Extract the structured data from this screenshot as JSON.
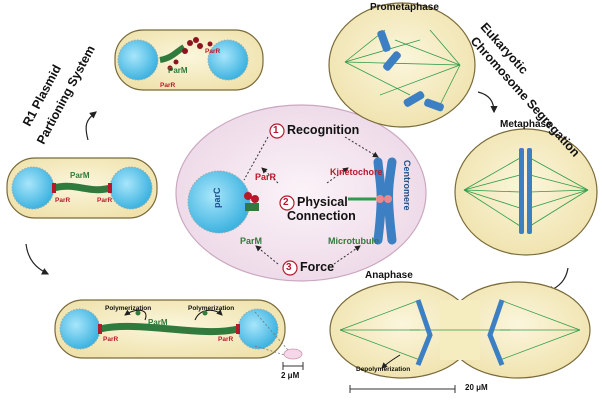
{
  "labels": {
    "prometaphase": "Prometaphase",
    "metaphase": "Metaphase",
    "anaphase": "Anaphase",
    "eukaryotic_line1": "Eukaryotic",
    "eukaryotic_line2": "Chromosome Segregation",
    "r1_line1": "R1 Plasmid",
    "r1_line2": "Partioning System",
    "recognition_num": "1",
    "recognition": "Recognition",
    "physical_num": "2",
    "physical_line1": "Physical",
    "physical_line2": "Connection",
    "force_num": "3",
    "force": "Force",
    "parr_center": "ParR",
    "parm_center": "ParM",
    "parc": "parC",
    "kinetochore": "Kinetochore",
    "microtubule": "Microtubule",
    "centromere": "Centromere",
    "parm_top": "ParM",
    "parr_top_a": "ParR",
    "parr_top_b": "ParR",
    "parm_mid": "ParM",
    "parr_mid_left": "ParR",
    "parr_mid_right": "ParR",
    "parm_bottom": "ParM",
    "parr_bottom_left": "ParR",
    "parr_bottom_right": "ParR",
    "polymerization_left": "Polymerization",
    "polymerization_right": "Polymerization",
    "depolymerization": "Depolymerization",
    "scale_small": "2 μM",
    "scale_large": "20 μM"
  },
  "colors": {
    "cell_fill": "#f7efc6",
    "cell_stroke": "#7a6a3a",
    "plasmid": "#5fc6ea",
    "parm_green": "#2f7a3c",
    "parr_red": "#b7192b",
    "chromosome": "#3c7fc2",
    "spindle": "#2e9a4a",
    "center_fill": "#f6e8f2"
  }
}
